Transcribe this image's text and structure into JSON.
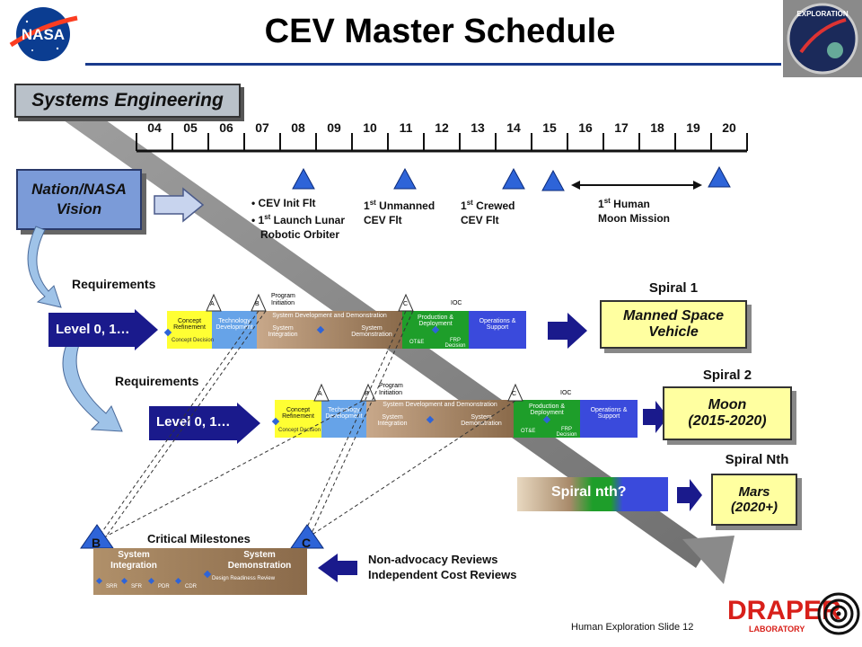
{
  "title": "CEV Master Schedule",
  "systems_engineering": "Systems Engineering",
  "vision": {
    "line1": "Nation/NASA",
    "line2": "Vision"
  },
  "years": [
    "04",
    "05",
    "06",
    "07",
    "08",
    "09",
    "10",
    "11",
    "12",
    "13",
    "14",
    "15",
    "16",
    "17",
    "18",
    "19",
    "20"
  ],
  "milestones": {
    "m1_line1": "• CEV Init Flt",
    "m1_line2_pre": "• 1",
    "m1_line2_post": "  Launch Lunar",
    "m1_line3": "Robotic Orbiter",
    "m2_pre": "1",
    "m2_post": "  Unmanned",
    "m2_line2": "CEV Flt",
    "m3_pre": "1",
    "m3_post": "  Crewed",
    "m3_line2": "CEV Flt",
    "m4_pre": "1",
    "m4_post": "  Human",
    "m4_line2": "Moon Mission",
    "st": "st"
  },
  "requirements_label": "Requirements",
  "level_label": "Level 0, 1…",
  "phase_bar": {
    "a": "A",
    "b": "B",
    "c": "C",
    "program_initiation": "Program Initiation",
    "ioc": "IOC",
    "concept_refinement": "Concept Refinement",
    "concept_decision": "Concept Decision",
    "technology_development": "Technology Development",
    "sdd": "System Development and Demonstration",
    "system_integration": "System Integration",
    "design_readiness_review": "Design Readiness Review",
    "system_demonstration": "System Demonstration",
    "production_deployment": "Production & Deployment",
    "ote": "OT&E",
    "frp_decision": "FRP Decision",
    "operations_support": "Operations & Support"
  },
  "spiral1": {
    "title": "Spiral 1",
    "line1": "Manned Space",
    "line2": "Vehicle"
  },
  "spiral2": {
    "title": "Spiral 2",
    "line1": "Moon",
    "line2": "(2015-2020)"
  },
  "spiral_nth": {
    "title": "Spiral Nth",
    "bar": "Spiral nth?",
    "line1": "Mars",
    "line2": "(2020+)"
  },
  "critical": {
    "title": "Critical Milestones",
    "b": "B",
    "c": "C",
    "system_integration": "System Integration",
    "system_demonstration": "System Demonstration",
    "reviews": [
      "SRR",
      "SFR",
      "PDR",
      "CDR"
    ],
    "drr": "Design Readiness Review"
  },
  "reviews": {
    "line1": "Non-advocacy Reviews",
    "line2": "Independent Cost Reviews"
  },
  "footer": "Human Exploration Slide 12",
  "draper": {
    "name": "DRAPER",
    "sub": "LABORATORY"
  },
  "nasa_logo_text": "NASA",
  "exploration_text": "EXPLORATION",
  "colors": {
    "arrow_blue": "#1a1a8c",
    "yellow_box": "#ffffa0",
    "triangle": "#2e64d8"
  }
}
